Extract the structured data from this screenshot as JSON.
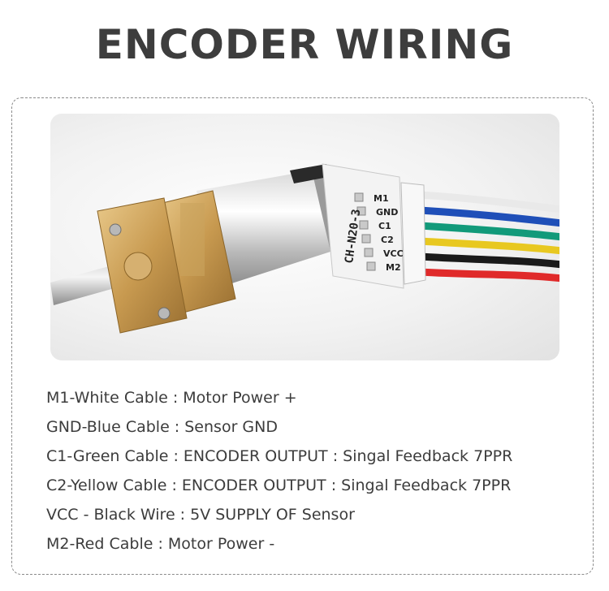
{
  "title": "ENCODER WIRING",
  "photo": {
    "board_label": "CH-N20-3",
    "pin_labels": [
      "M1",
      "GND",
      "C1",
      "C2",
      "VCC",
      "M2"
    ],
    "wire_colors": [
      "#f4f4f4",
      "#1f4fb8",
      "#129a7a",
      "#e8c820",
      "#1a1a1a",
      "#e02a2a"
    ]
  },
  "specs": [
    "M1-White Cable : Motor Power +",
    "GND-Blue Cable : Sensor GND",
    "C1-Green Cable :  ENCODER OUTPUT : Singal Feedback 7PPR",
    "C2-Yellow Cable :  ENCODER OUTPUT : Singal Feedback 7PPR",
    "VCC - Black Wire : 5V SUPPLY OF Sensor",
    "M2-Red Cable : Motor Power -"
  ]
}
